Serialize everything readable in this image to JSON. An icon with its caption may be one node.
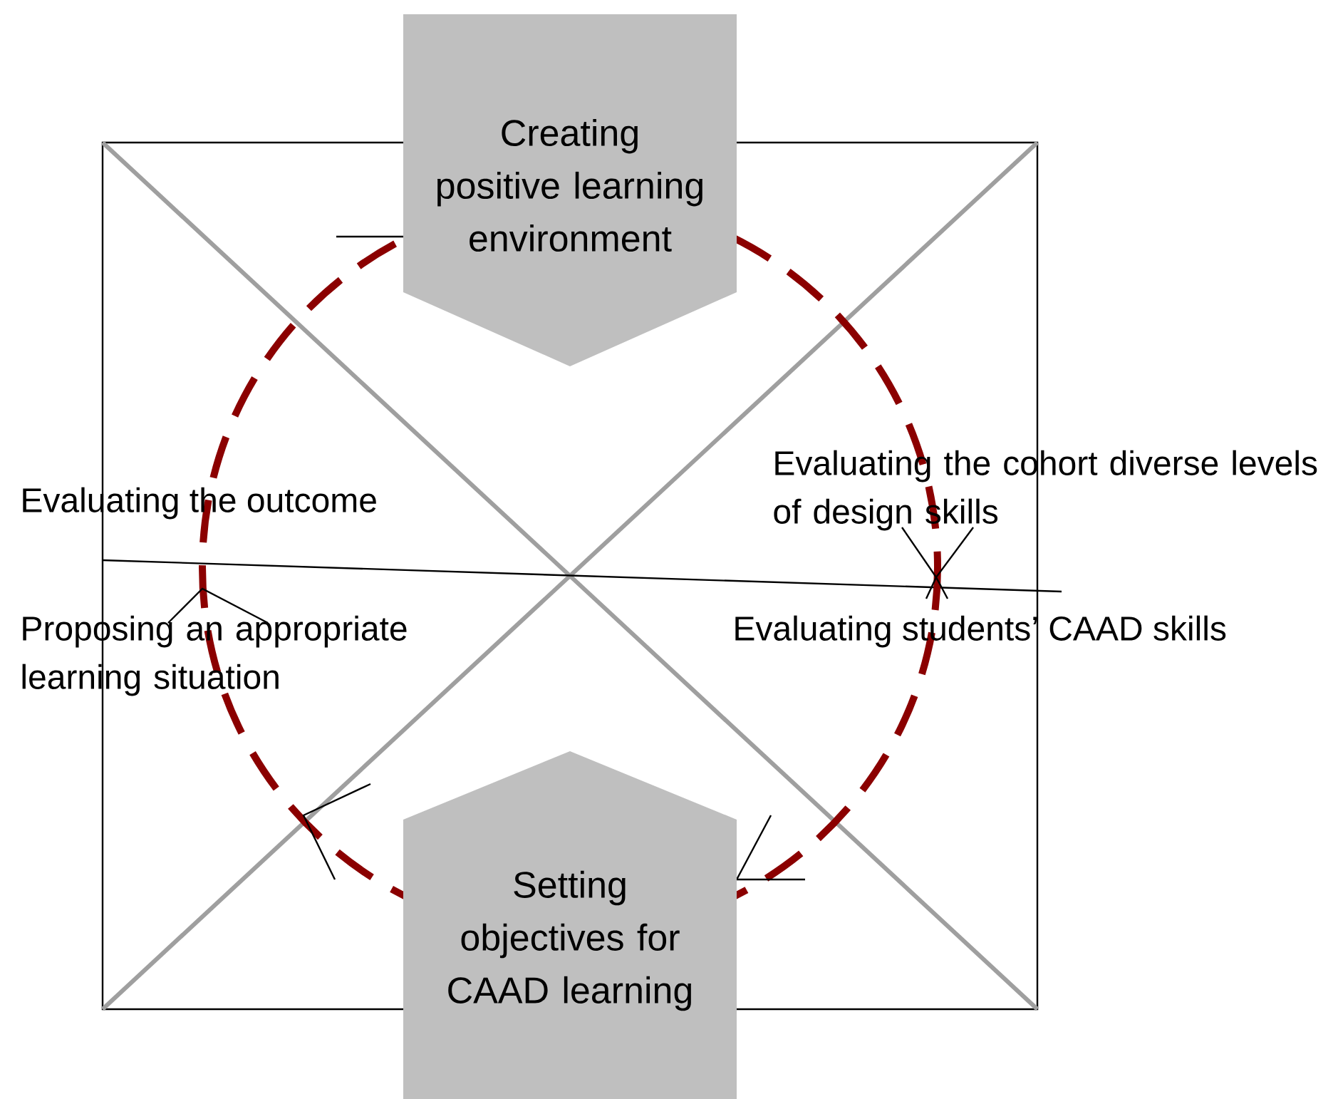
{
  "diagram": {
    "nodes": [
      {
        "text": [
          "Creating positive learning environment"
        ]
      },
      {
        "text": [
          "Setting objectives for CAAD learning"
        ]
      }
    ],
    "labels": [
      "Evaluating the cohort diverse levels of design skills",
      "Evaluating the outcome",
      "Proposing an appropriate learning situation",
      "Evaluating students’ CAAD skills"
    ]
  }
}
